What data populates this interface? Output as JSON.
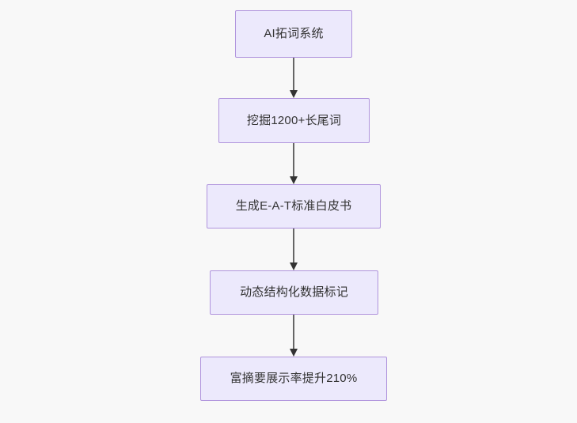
{
  "diagram": {
    "type": "flowchart",
    "direction": "top-to-bottom",
    "background_color": "#f8f8f8",
    "node_fill_color": "#ece9fc",
    "node_border_color": "#b094dd",
    "node_text_color": "#333333",
    "edge_color": "#666666",
    "arrowhead_color": "#333333",
    "nodes": [
      {
        "id": "node-1",
        "label": "AI拓词系统"
      },
      {
        "id": "node-2",
        "label": "挖掘1200+长尾词"
      },
      {
        "id": "node-3",
        "label": "生成E-A-T标准白皮书"
      },
      {
        "id": "node-4",
        "label": "动态结构化数据标记"
      },
      {
        "id": "node-5",
        "label": "富摘要展示率提升210%"
      }
    ],
    "edges": [
      {
        "id": "edge-1",
        "from": "node-1",
        "to": "node-2",
        "label": ""
      },
      {
        "id": "edge-2",
        "from": "node-2",
        "to": "node-3",
        "label": ""
      },
      {
        "id": "edge-3",
        "from": "node-3",
        "to": "node-4",
        "label": ""
      },
      {
        "id": "edge-4",
        "from": "node-4",
        "to": "node-5",
        "label": ""
      }
    ]
  }
}
